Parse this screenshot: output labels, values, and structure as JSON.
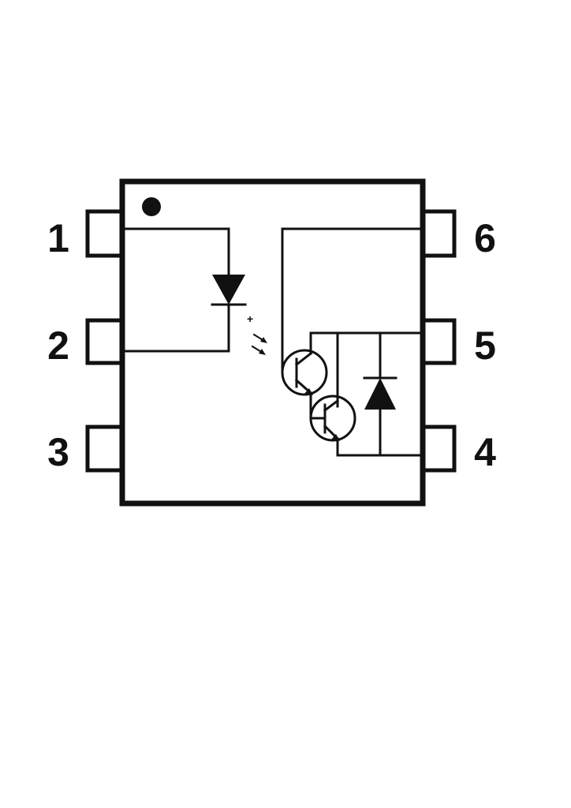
{
  "pins": [
    {
      "number": "1"
    },
    {
      "number": "2"
    },
    {
      "number": "3"
    },
    {
      "number": "4"
    },
    {
      "number": "5"
    },
    {
      "number": "6"
    }
  ],
  "led": {
    "polarity_mark": "+"
  }
}
